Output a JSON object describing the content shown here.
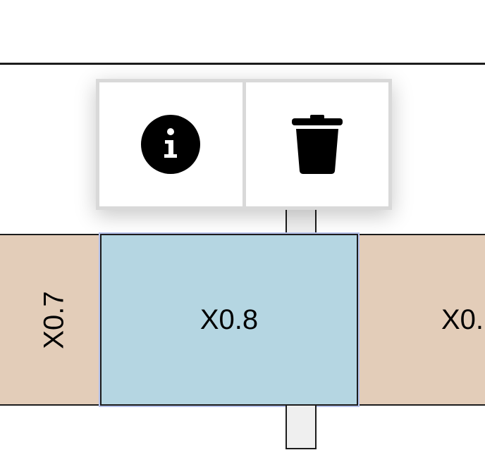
{
  "popup": {
    "info_icon": "info-icon",
    "delete_icon": "trash-icon"
  },
  "cells": {
    "left_label": "X0.7",
    "selected_label": "X0.8",
    "right_label": "X0."
  },
  "colors": {
    "cell_fill": "#e3cdb9",
    "selected_fill": "#b5d6e2",
    "selection_outline": "#b7c3ec",
    "connector_fill": "#efefef"
  }
}
